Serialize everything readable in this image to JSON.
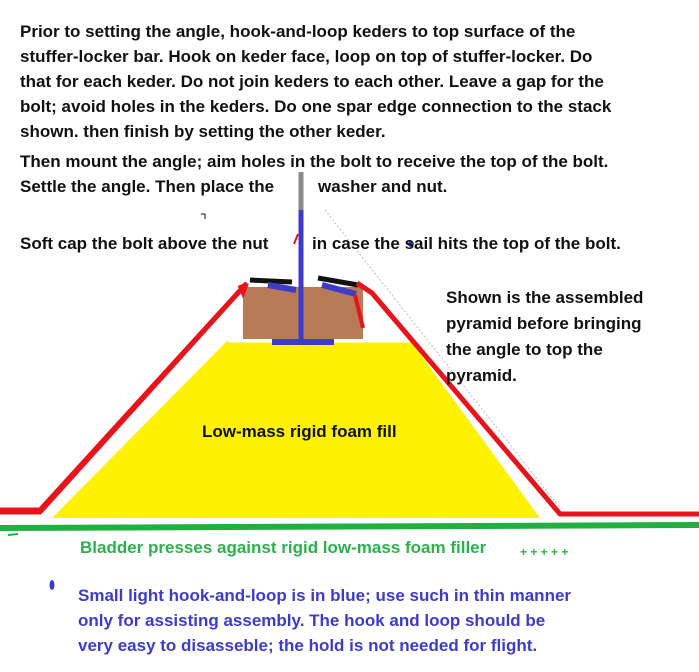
{
  "instructions": {
    "lines": [
      "Prior to setting the angle, hook-and-loop keders to top surface of the",
      "stuffer-locker bar. Hook on keder face, loop on top of stuffer-locker. Do",
      "that for each keder. Do not join keders to each other. Leave a gap for the",
      "bolt; avoid holes in the keders. Do one spar edge connection to the stack",
      "shown. then finish by setting the other keder.",
      "Then mount the angle; aim holes in the bolt to receive the top of the bolt.",
      "Settle the angle.  Then place the",
      "washer and nut."
    ],
    "softcap_left": "Soft cap the bolt above the nut",
    "softcap_right": "in case the sail hits the top of the bolt."
  },
  "pyramid_note": {
    "lines": [
      "Shown is the assembled",
      "pyramid before bringing",
      "the angle to top the",
      "pyramid."
    ]
  },
  "foam_label": "Low-mass rigid foam fill",
  "bladder_note": "Bladder presses against rigid low-mass foam filler",
  "plus_marks": "+ + + + +",
  "blue_note": {
    "lines": [
      "Small light hook-and-loop  is in blue; use such in thin manner",
      "only for assisting assembly. The hook and loop should be",
      "very easy to disasseble; the hold is not needed for flight."
    ]
  },
  "colors": {
    "frame": "#e8141c",
    "foam": "#fff200",
    "bladder": "#20b040",
    "hook_loop": "#3c3cc8",
    "bar": "#b97a57",
    "bolt": "#7f7f7f"
  }
}
